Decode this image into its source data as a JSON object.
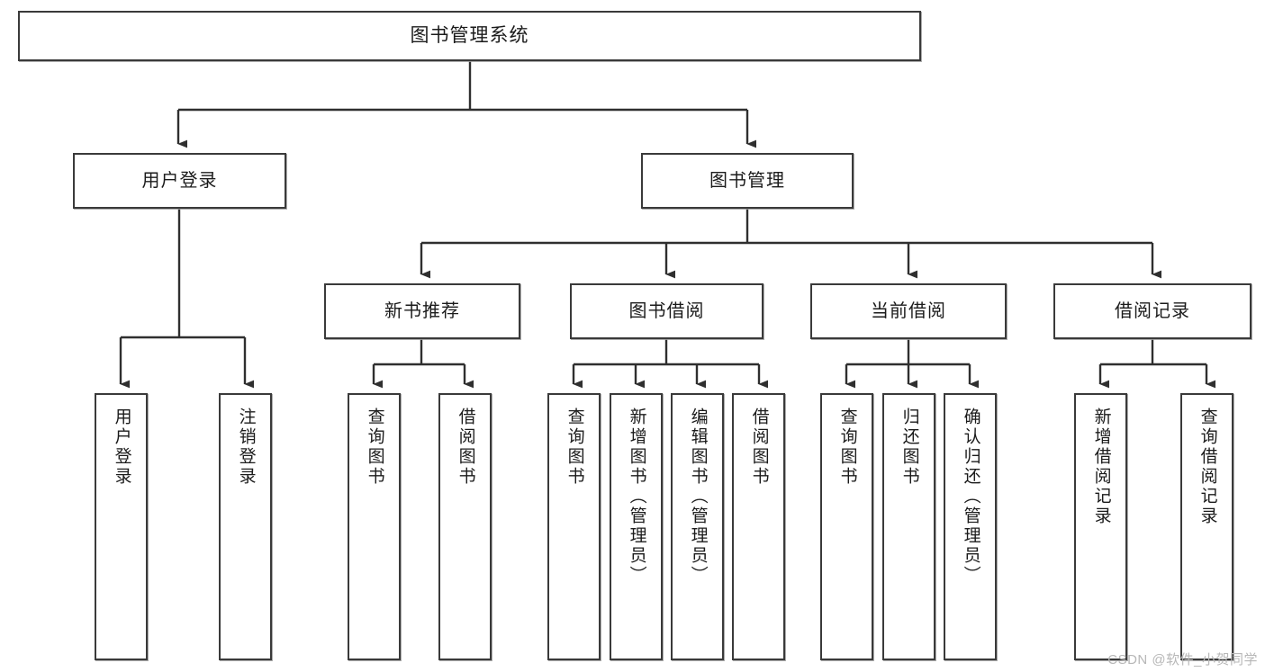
{
  "diagram": {
    "title": "图书管理系统",
    "watermark": "CSDN @软件_小贺同学",
    "accent_color": "#3a3a3a",
    "background_color": "#ffffff",
    "levels": {
      "root": {
        "label": "图书管理系统"
      },
      "level2": [
        {
          "label": "用户登录"
        },
        {
          "label": "图书管理"
        }
      ],
      "level3": [
        {
          "label": "新书推荐"
        },
        {
          "label": "图书借阅"
        },
        {
          "label": "当前借阅"
        },
        {
          "label": "借阅记录"
        }
      ],
      "leaves": {
        "user_login": [
          {
            "label": "用户登录"
          },
          {
            "label": "注销登录"
          }
        ],
        "new_book_recommend": [
          {
            "label": "查询图书"
          },
          {
            "label": "借阅图书"
          }
        ],
        "book_borrow": [
          {
            "label": "查询图书"
          },
          {
            "label": "新增图书（管理员）"
          },
          {
            "label": "编辑图书（管理员）"
          },
          {
            "label": "借阅图书"
          }
        ],
        "current_borrow": [
          {
            "label": "查询图书"
          },
          {
            "label": "归还图书"
          },
          {
            "label": "确认归还（管理员）"
          }
        ],
        "borrow_record": [
          {
            "label": "新增借阅记录"
          },
          {
            "label": "查询借阅记录"
          }
        ]
      }
    }
  }
}
